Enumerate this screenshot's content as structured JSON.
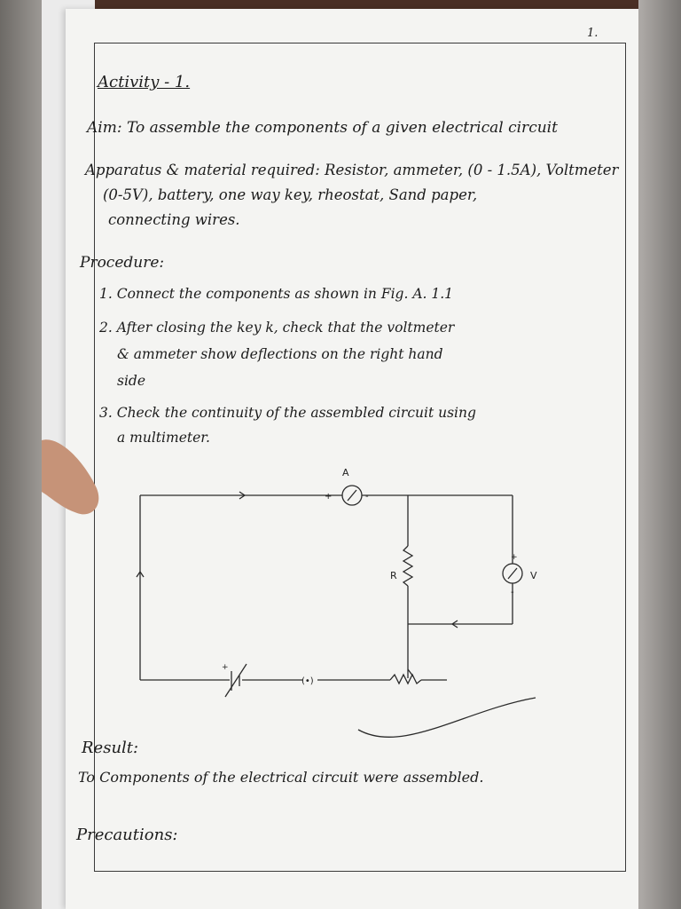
{
  "page": {
    "number": "1.",
    "title": "Activity - 1.",
    "aim": "Aim: To assemble the components of a given electrical circuit",
    "apparatus": [
      "Apparatus & material required: Resistor, ammeter, (0 - 1.5A), Voltmeter",
      "(0-5V), battery, one way key, rheostat, Sand paper,",
      "connecting wires."
    ],
    "procedure_heading": "Procedure:",
    "steps": [
      "1. Connect the components as shown in Fig. A. 1.1",
      "2. After closing the key k, check that the voltmeter",
      "& ammeter show deflections on the right hand",
      "side",
      "3. Check the continuity of the assembled circuit using",
      "a multimeter."
    ],
    "result_heading": "Result:",
    "result_text": "To Components of the electrical circuit were assembled.",
    "precautions_heading": "Precautions:"
  },
  "circuit": {
    "ammeter_label": "A",
    "ammeter_symbol": "A",
    "voltmeter_label": "V",
    "voltmeter_symbol": "V",
    "resistor_label": "R",
    "key_symbol": "(•)",
    "plus": "+",
    "minus": "-"
  },
  "colors": {
    "ink": "#1c1c1c",
    "paper": "#f4f4f2",
    "frame": "#3a3a3a"
  }
}
